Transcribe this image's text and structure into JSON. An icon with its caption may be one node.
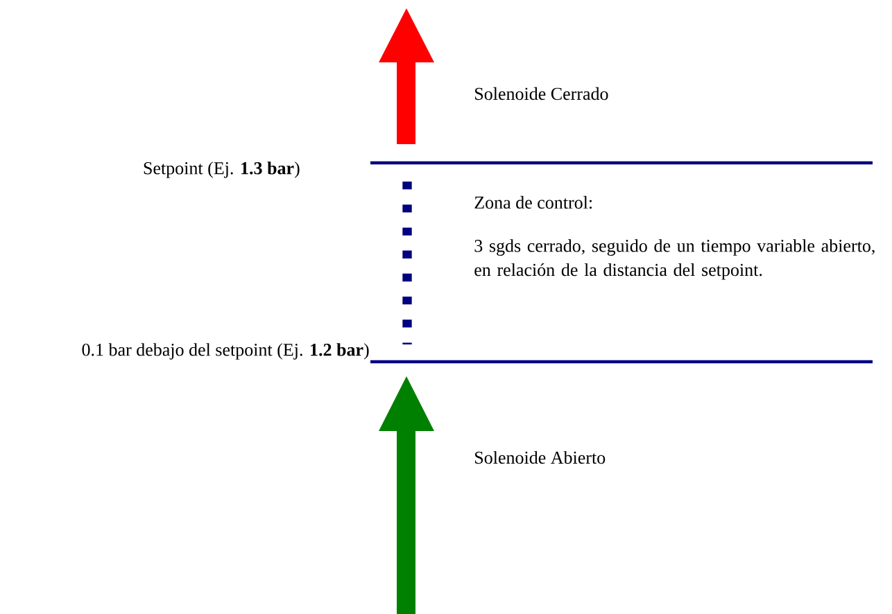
{
  "diagram": {
    "labels": [
      "Solenoide Cerrado",
      "Setpoint (Ej. **1.3 bar**)",
      "Zona de control:",
      "3 sgds cerrado, seguido de un tiempo variable abierto, en relación de la distancia del setpoint.",
      "0.1 bar debajo del setpoint (Ej. **1.2 bar**)",
      "Solenoide Abierto"
    ]
  }
}
